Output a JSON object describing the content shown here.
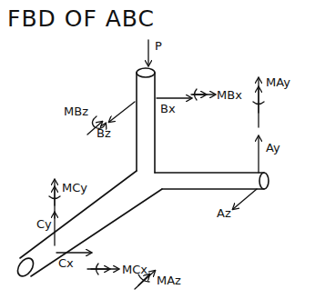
{
  "diagram": {
    "title": "FBD OF ABC",
    "labels": [
      "P",
      "MBz",
      "Bz",
      "Bx",
      "MBx",
      "MAy",
      "Ay",
      "MCy",
      "Cy",
      "Cx",
      "MCx",
      "MAz",
      "Az"
    ]
  }
}
